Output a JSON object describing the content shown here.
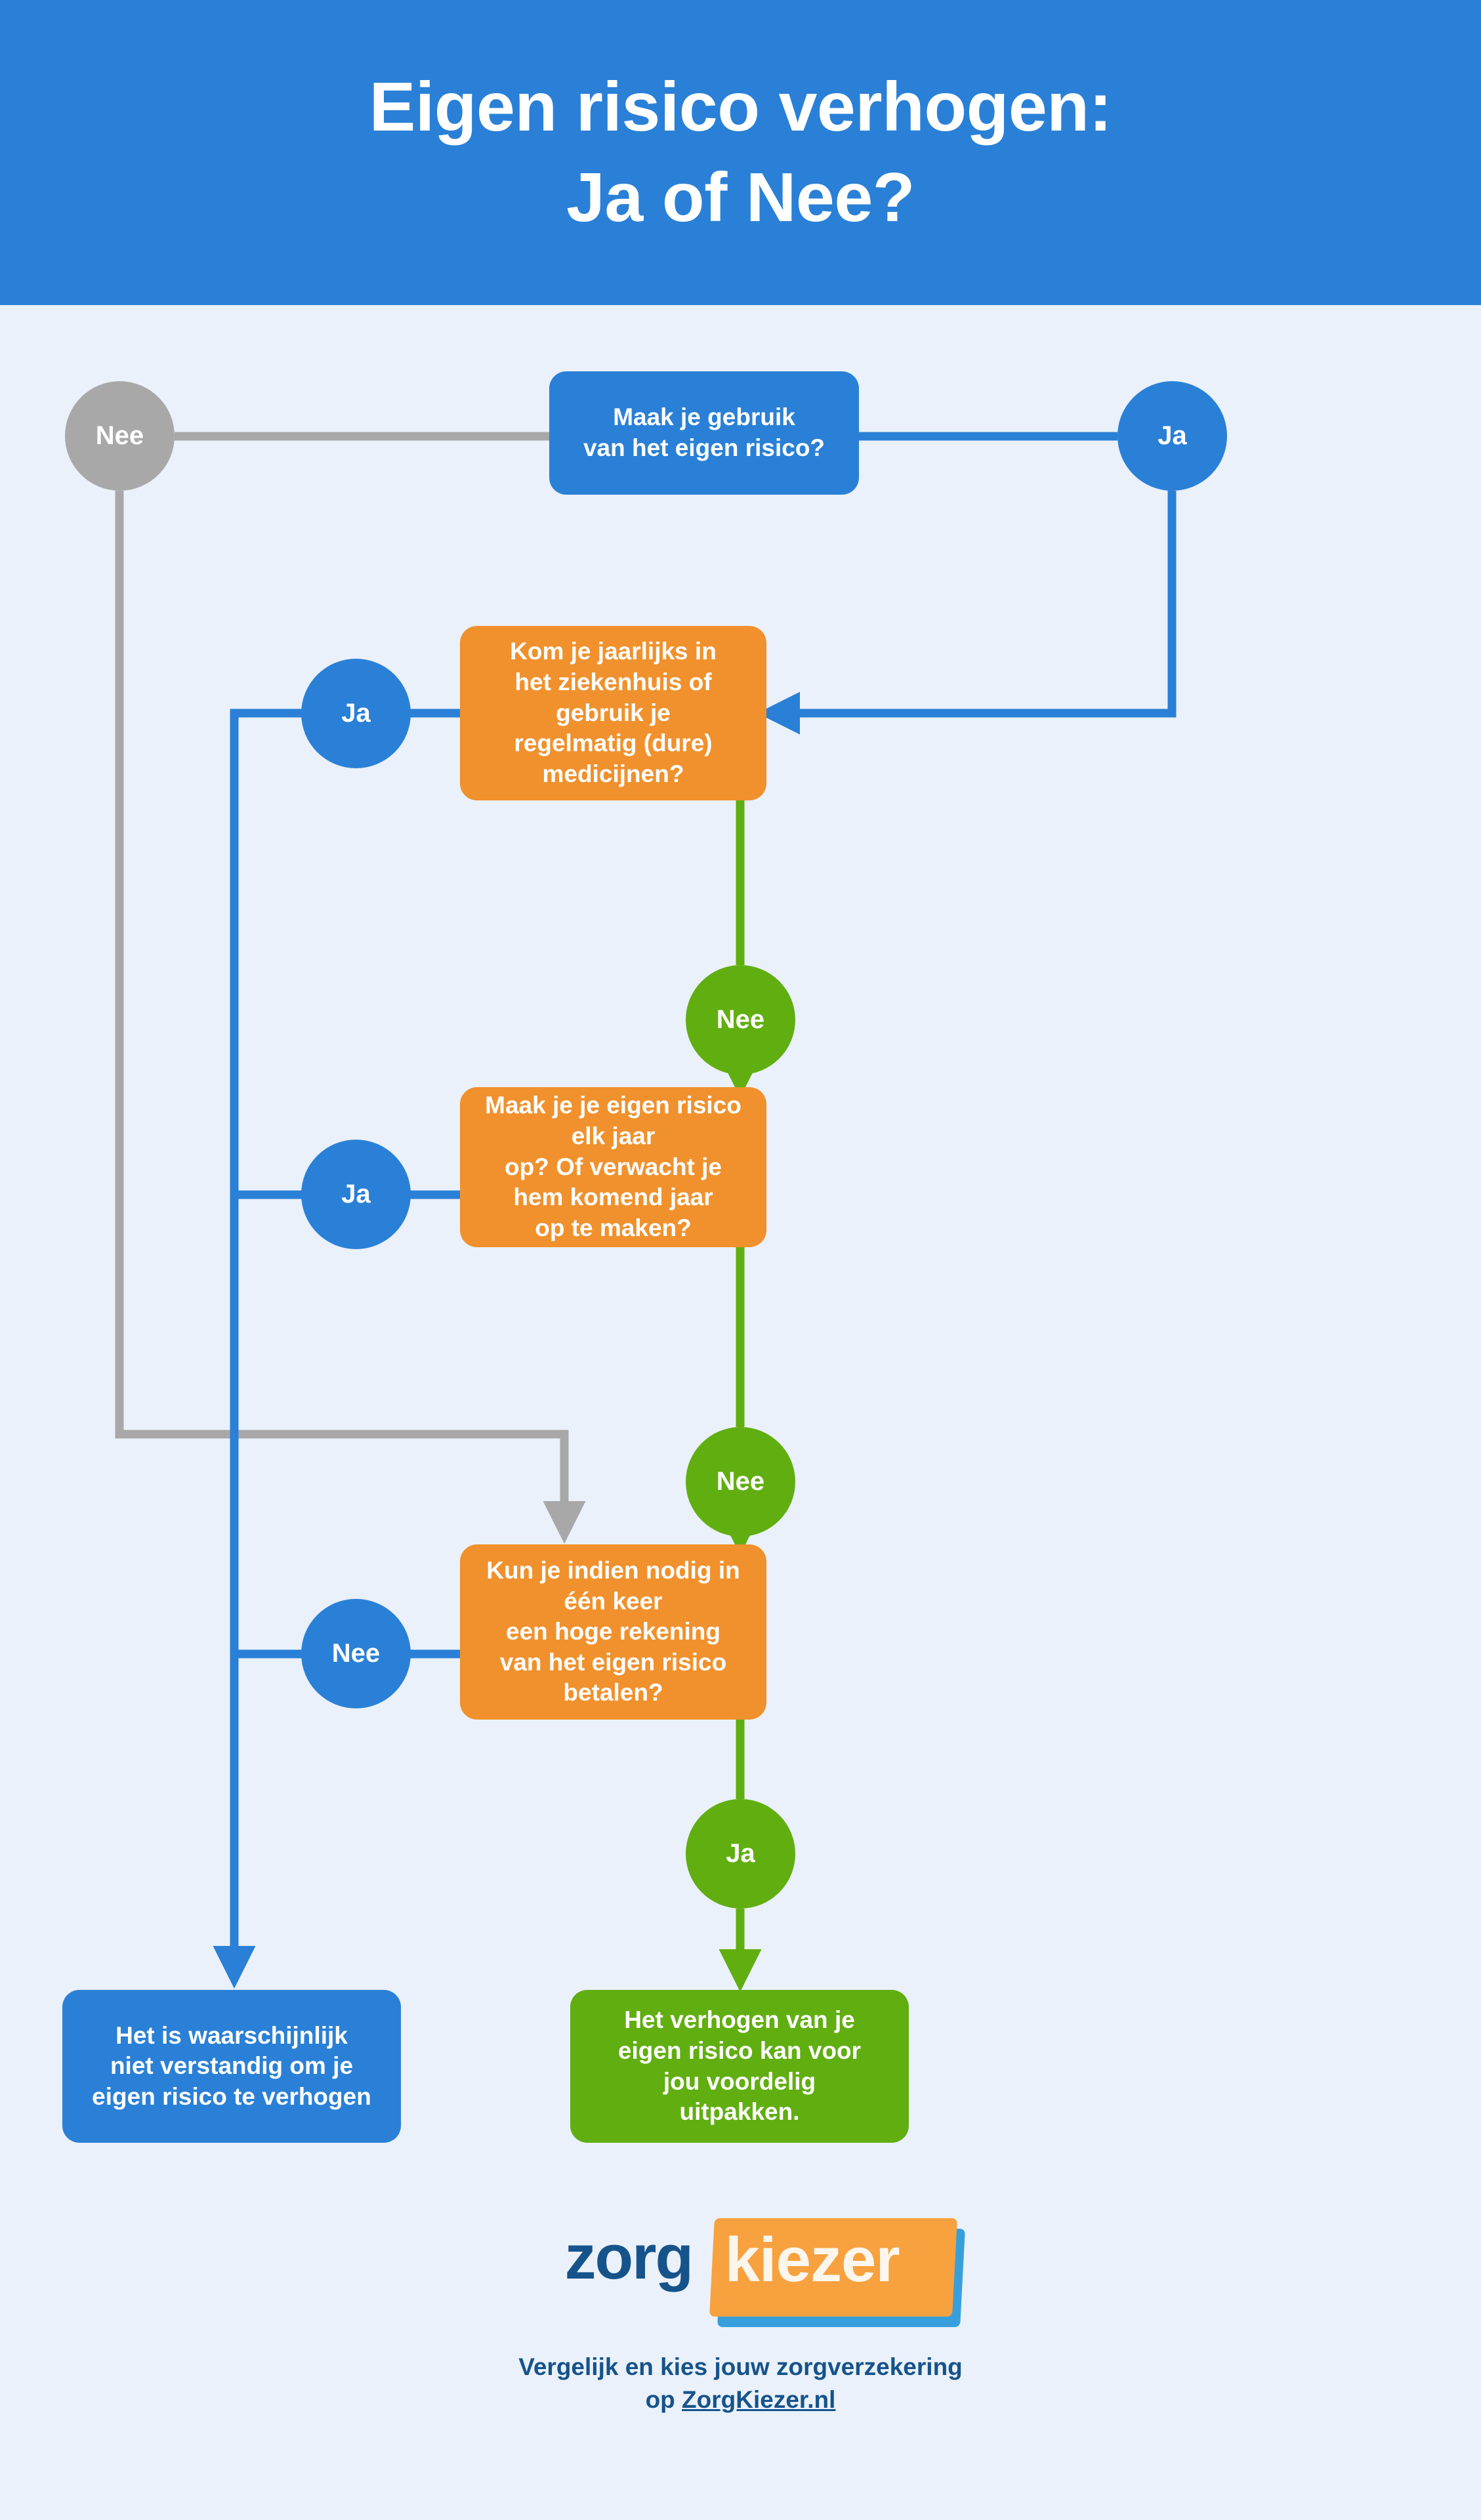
{
  "header": {
    "title_line_1": "Eigen risico verhogen:",
    "title_line_2": "Ja of Nee?",
    "background_color": "#2A80D6",
    "text_color": "#FFFFFF"
  },
  "page": {
    "background_color": "#EAF1FA"
  },
  "palette": {
    "blue": "#2A80D6",
    "orange": "#F0912D",
    "green": "#61AE11",
    "gray": "#A8A8A8",
    "logo_dark_blue": "#16538B",
    "logo_orange": "#F7A13F",
    "logo_blue_shadow": "#37A0DC"
  },
  "flow": {
    "question_1": {
      "text": "Maak je gebruik\nvan het eigen risico?",
      "shape": "rounded-box",
      "color": "#2A80D6"
    },
    "answer_no_1": {
      "label": "Nee",
      "color": "#A8A8A8"
    },
    "answer_yes_1": {
      "label": "Ja",
      "color": "#2A80D6"
    },
    "question_2": {
      "text": "Kom je jaarlijks in\nhet ziekenhuis of gebruik je\nregelmatig (dure) medicijnen?",
      "shape": "rounded-box",
      "color": "#F0912D"
    },
    "answer_yes_2": {
      "label": "Ja",
      "color": "#2A80D6"
    },
    "answer_no_2": {
      "label": "Nee",
      "color": "#61AE11"
    },
    "question_3": {
      "text": "Maak je je eigen risico elk jaar\nop? Of verwacht je hem komend jaar\nop te maken?",
      "shape": "rounded-box",
      "color": "#F0912D"
    },
    "answer_yes_3": {
      "label": "Ja",
      "color": "#2A80D6"
    },
    "answer_no_3": {
      "label": "Nee",
      "color": "#61AE11"
    },
    "question_4": {
      "text": "Kun je indien nodig in één keer\neen hoge rekening\nvan het eigen risico betalen?",
      "shape": "rounded-box",
      "color": "#F0912D"
    },
    "answer_no_4": {
      "label": "Nee",
      "color": "#2A80D6"
    },
    "answer_yes_4": {
      "label": "Ja",
      "color": "#61AE11"
    },
    "outcome_negative": {
      "text": "Het is waarschijnlijk\nniet verstandig om je\neigen risico te verhogen",
      "color": "#2A80D6"
    },
    "outcome_positive": {
      "text": "Het verhogen van je\neigen risico kan voor\njou voordelig\nuitpakken.",
      "color": "#61AE11"
    }
  },
  "footer": {
    "logo_part_1": "zorg",
    "logo_part_2": "kiezer",
    "tagline_line_1": "Vergelijk en kies jouw zorgverzekering",
    "tagline_prefix": "op ",
    "tagline_link": "ZorgKiezer.nl"
  }
}
